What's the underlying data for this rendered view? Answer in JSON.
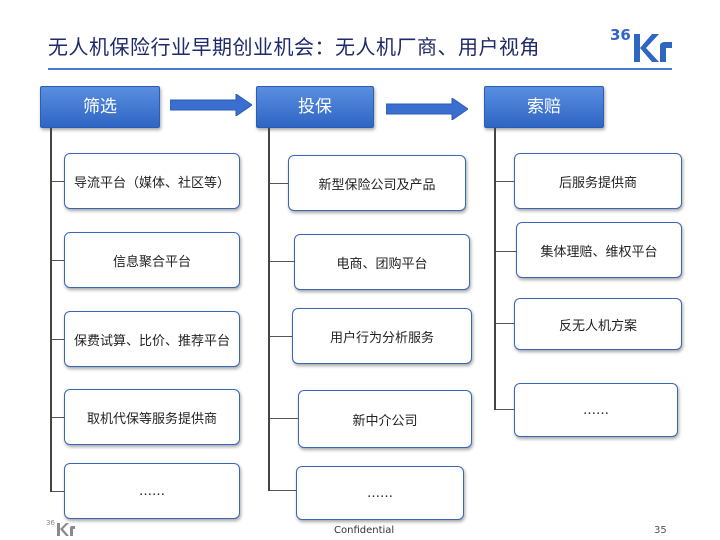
{
  "slide": {
    "title": "无人机保险行业早期创业机会：无人机厂商、用户视角",
    "footer": "Confidential",
    "page_number": "35"
  },
  "logo": {
    "text": "36Kr",
    "icon": "36kr-logo-icon"
  },
  "columns": [
    {
      "header": "筛选",
      "items": [
        "导流平台（媒体、社区等）",
        "信息聚合平台",
        "保费试算、比价、推荐平台",
        "取机代保等服务提供商",
        "……"
      ]
    },
    {
      "header": "投保",
      "items": [
        "新型保险公司及产品",
        "电商、团购平台",
        "用户行为分析服务",
        "新中介公司",
        "……"
      ]
    },
    {
      "header": "索赔",
      "items": [
        "后服务提供商",
        "集体理赔、维权平台",
        "反无人机方案",
        "……"
      ]
    }
  ],
  "colors": {
    "accent": "#2f66c4",
    "title": "#1f2a6b",
    "border": "#3a66b8"
  }
}
